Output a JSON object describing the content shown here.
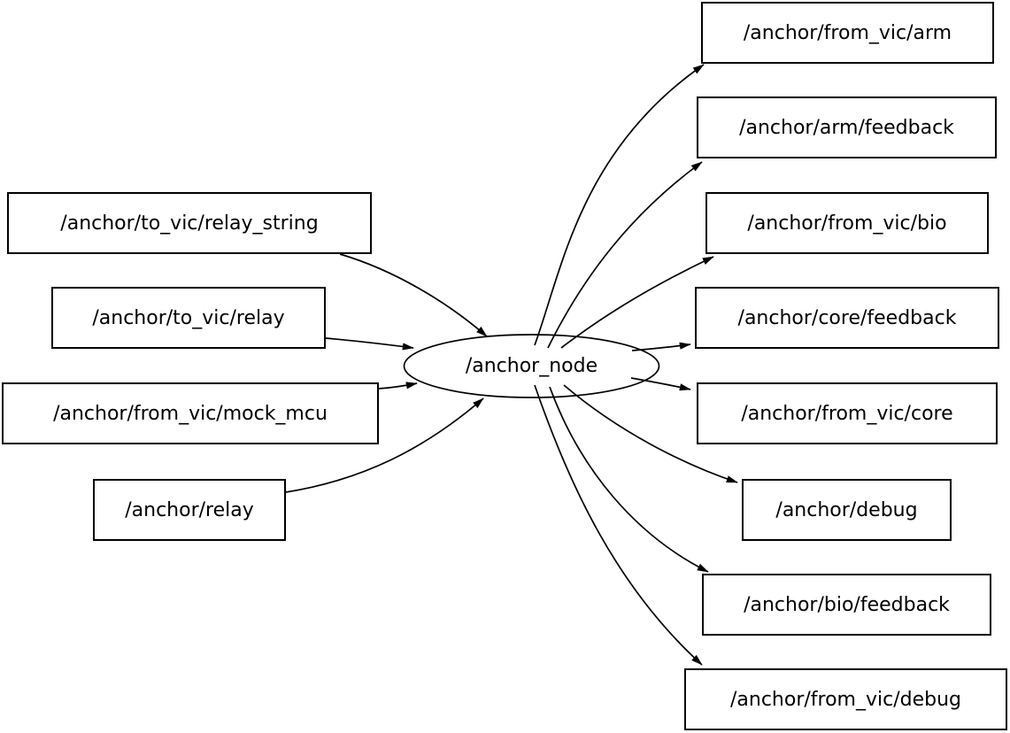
{
  "diagram": {
    "node": {
      "label": "/anchor_node"
    },
    "left_topics": [
      {
        "label": "/anchor/to_vic/relay_string"
      },
      {
        "label": "/anchor/to_vic/relay"
      },
      {
        "label": "/anchor/from_vic/mock_mcu"
      },
      {
        "label": "/anchor/relay"
      }
    ],
    "right_topics": [
      {
        "label": "/anchor/from_vic/arm"
      },
      {
        "label": "/anchor/arm/feedback"
      },
      {
        "label": "/anchor/from_vic/bio"
      },
      {
        "label": "/anchor/core/feedback"
      },
      {
        "label": "/anchor/from_vic/core"
      },
      {
        "label": "/anchor/debug"
      },
      {
        "label": "/anchor/bio/feedback"
      },
      {
        "label": "/anchor/from_vic/debug"
      }
    ],
    "colors": {
      "stroke": "#000000",
      "node_fill": "#ffffff",
      "background": "#ffffff"
    }
  }
}
